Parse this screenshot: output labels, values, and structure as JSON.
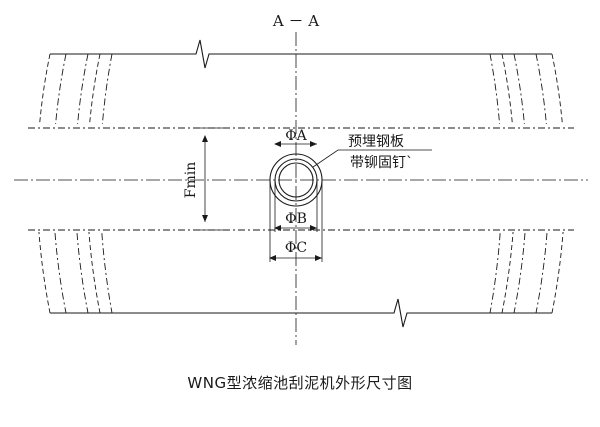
{
  "section_label": "A － A",
  "dimensions": {
    "fmin": "Fmin",
    "phi_a": "ΦA",
    "phi_b": "ΦB",
    "phi_c": "ΦC"
  },
  "annotation": {
    "line1": "预埋钢板",
    "line2": "带铆固钉`"
  },
  "caption": "WNG型浓缩池刮泥机外形尺寸图"
}
